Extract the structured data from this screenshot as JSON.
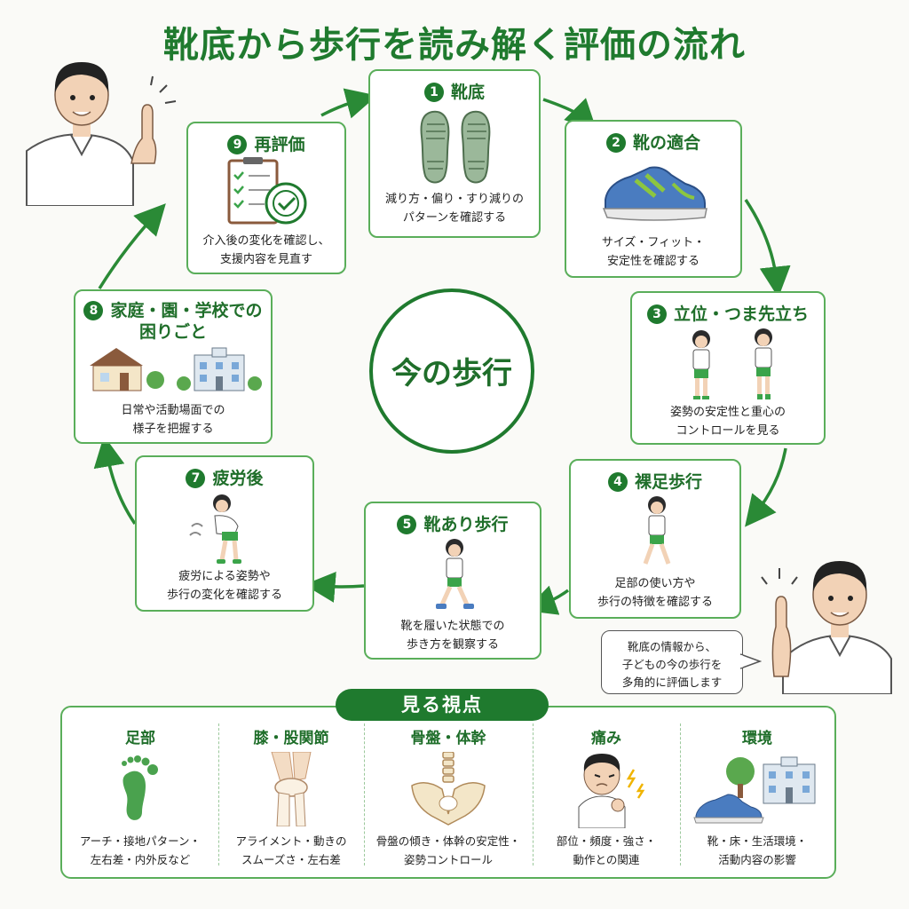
{
  "title": "靴底から歩行を読み解く評価の流れ",
  "center": "今の歩行",
  "steps": [
    {
      "num": "1",
      "title": "靴底",
      "desc": [
        "減り方・偏り・すり減りの",
        "パターンを確認する"
      ]
    },
    {
      "num": "2",
      "title": "靴の適合",
      "desc": [
        "サイズ・フィット・",
        "安定性を確認する"
      ]
    },
    {
      "num": "3",
      "title": "立位・つま先立ち",
      "desc": [
        "姿勢の安定性と重心の",
        "コントロールを見る"
      ]
    },
    {
      "num": "4",
      "title": "裸足歩行",
      "desc": [
        "足部の使い方や",
        "歩行の特徴を確認する"
      ]
    },
    {
      "num": "5",
      "title": "靴あり歩行",
      "desc": [
        "靴を履いた状態での",
        "歩き方を観察する"
      ]
    },
    {
      "num": "7",
      "title": "疲労後",
      "desc": [
        "疲労による姿勢や",
        "歩行の変化を確認する"
      ]
    },
    {
      "num": "8",
      "title": [
        "家庭・園・学校での",
        "困りごと"
      ],
      "desc": [
        "日常や活動場面での",
        "様子を把握する"
      ]
    },
    {
      "num": "9",
      "title": "再評価",
      "desc": [
        "介入後の変化を確認し、",
        "支援内容を見直す"
      ]
    }
  ],
  "bubble": [
    "靴底の情報から、",
    "子どもの今の歩行を",
    "多角的に評価します"
  ],
  "perspectives": {
    "title": "見る視点",
    "items": [
      {
        "title": "足部",
        "desc": [
          "アーチ・接地パターン・",
          "左右差・内外反など"
        ]
      },
      {
        "title": "膝・股関節",
        "desc": [
          "アライメント・動きの",
          "スムーズさ・左右差"
        ]
      },
      {
        "title": "骨盤・体幹",
        "desc": [
          "骨盤の傾き・体幹の安定性・",
          "姿勢コントロール"
        ]
      },
      {
        "title": "痛み",
        "desc": [
          "部位・頻度・強さ・",
          "動作との関連"
        ]
      },
      {
        "title": "環境",
        "desc": [
          "靴・床・生活環境・",
          "活動内容の影響"
        ]
      }
    ]
  },
  "colors": {
    "primary": "#1f7a2e",
    "border": "#5aae5a",
    "accent": "#8cc63f",
    "shoe": "#4a7cc0"
  }
}
